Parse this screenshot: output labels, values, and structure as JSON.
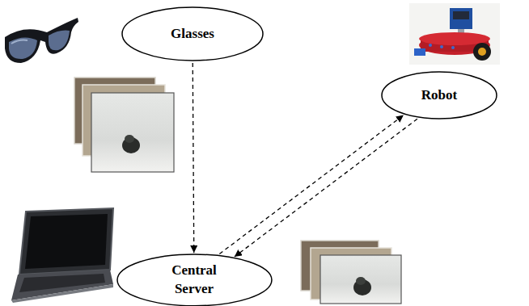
{
  "diagram": {
    "nodes": [
      {
        "text": [
          "Glasses"
        ]
      },
      {
        "text": [
          "Robot"
        ]
      },
      {
        "text": [
          "Central Server"
        ]
      }
    ],
    "edges": [
      {
        "from": 0,
        "to": 2,
        "arrow": "to"
      },
      {
        "from": 2,
        "to": 1,
        "arrow": "to"
      },
      {
        "from": 1,
        "to": 2,
        "arrow": "to"
      }
    ]
  }
}
